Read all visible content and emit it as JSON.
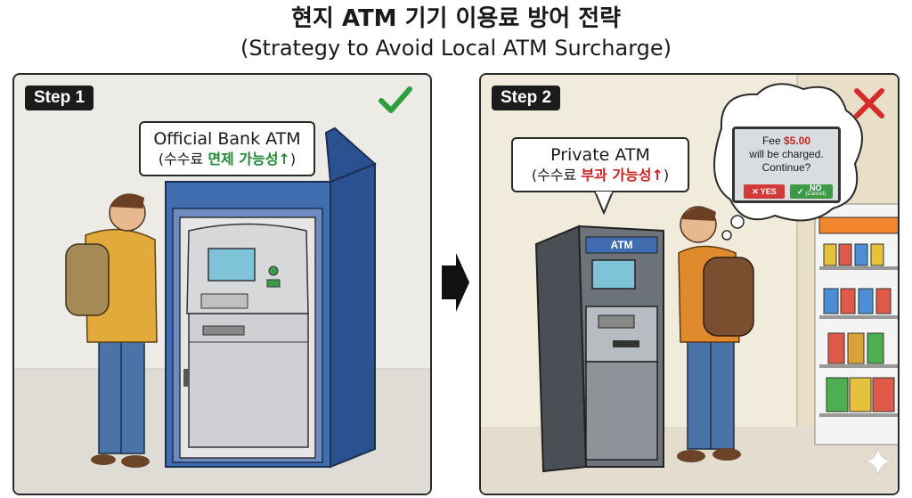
{
  "title": {
    "korean": "현지 ATM 기기 이용료 방어 전략",
    "english": "(Strategy to Avoid Local ATM Surcharge)"
  },
  "step1": {
    "badge": "Step 1",
    "sign_title": "Official Bank ATM",
    "sign_prefix": "(수수료 ",
    "sign_highlight": "면제 가능성↑",
    "sign_suffix": ")",
    "status_icon": "check-icon",
    "status_color": "#2e9e3f"
  },
  "step2": {
    "badge": "Step 2",
    "sign_title": "Private ATM",
    "sign_prefix": "(수수료 ",
    "sign_highlight": "부과 가능성↑",
    "sign_suffix": ")",
    "atm_brand": "ATM",
    "status_icon": "cross-icon",
    "status_color": "#d62b2b",
    "bubble": {
      "fee_label": "Fee ",
      "fee_amount": "$5.00",
      "line2": "will be charged.",
      "line3": "Continue?",
      "yes_label": "YES",
      "no_label": "NO",
      "no_sub": "(Cancel)"
    }
  },
  "colors": {
    "accent_green": "#1f8a34",
    "accent_red": "#cc2222",
    "bank_blue": "#3f6db0"
  }
}
